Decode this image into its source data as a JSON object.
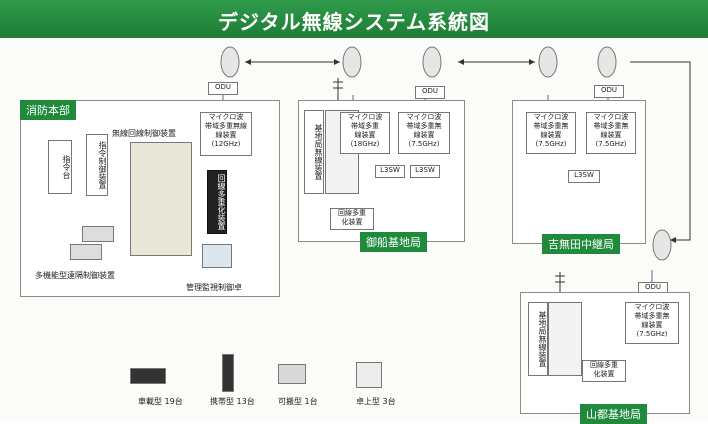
{
  "title": "デジタル無線システム系統図",
  "odu_label": "ODU",
  "lssw_label": "L3SW",
  "stations": {
    "hq": {
      "label": "消防本部",
      "command_desk": "指令台",
      "command_control": "指令制御装置",
      "radio_control": "無線回線制御装置",
      "line_mux": "回線多重化装置",
      "microwave": "マイクロ波\n帯域多重無線\n線装置\n(12GHz)",
      "phone_label": "多機能型遠隔制御装置",
      "monitor_label": "管理監視制御卓"
    },
    "mifune": {
      "label": "御船基地局",
      "base_radio": "基地局無線装置",
      "microwave_a": "マイクロ波\n帯域多重\n線装置\n(18GHz)",
      "microwave_b": "マイクロ波\n帯域多重無\n線装置\n(7.5GHz)",
      "line_mux": "回線多重\n化装置"
    },
    "kichimuta": {
      "label": "吉無田中継局",
      "microwave_a": "マイクロ波\n帯域多重無\n線装置\n(7.5GHz)",
      "microwave_b": "マイクロ波\n帯域多重無\n線装置\n(7.5GHz)"
    },
    "yamato": {
      "label": "山都基地局",
      "base_radio": "基地局無線装置",
      "microwave": "マイクロ波\n帯域多重無\n線装置\n(7.5GHz)",
      "line_mux": "回線多重\n化装置"
    }
  },
  "terminals": [
    {
      "name": "車載型",
      "count": "19台"
    },
    {
      "name": "携帯型",
      "count": "13台"
    },
    {
      "name": "可搬型",
      "count": "1台"
    },
    {
      "name": "卓上型",
      "count": "3台"
    }
  ]
}
